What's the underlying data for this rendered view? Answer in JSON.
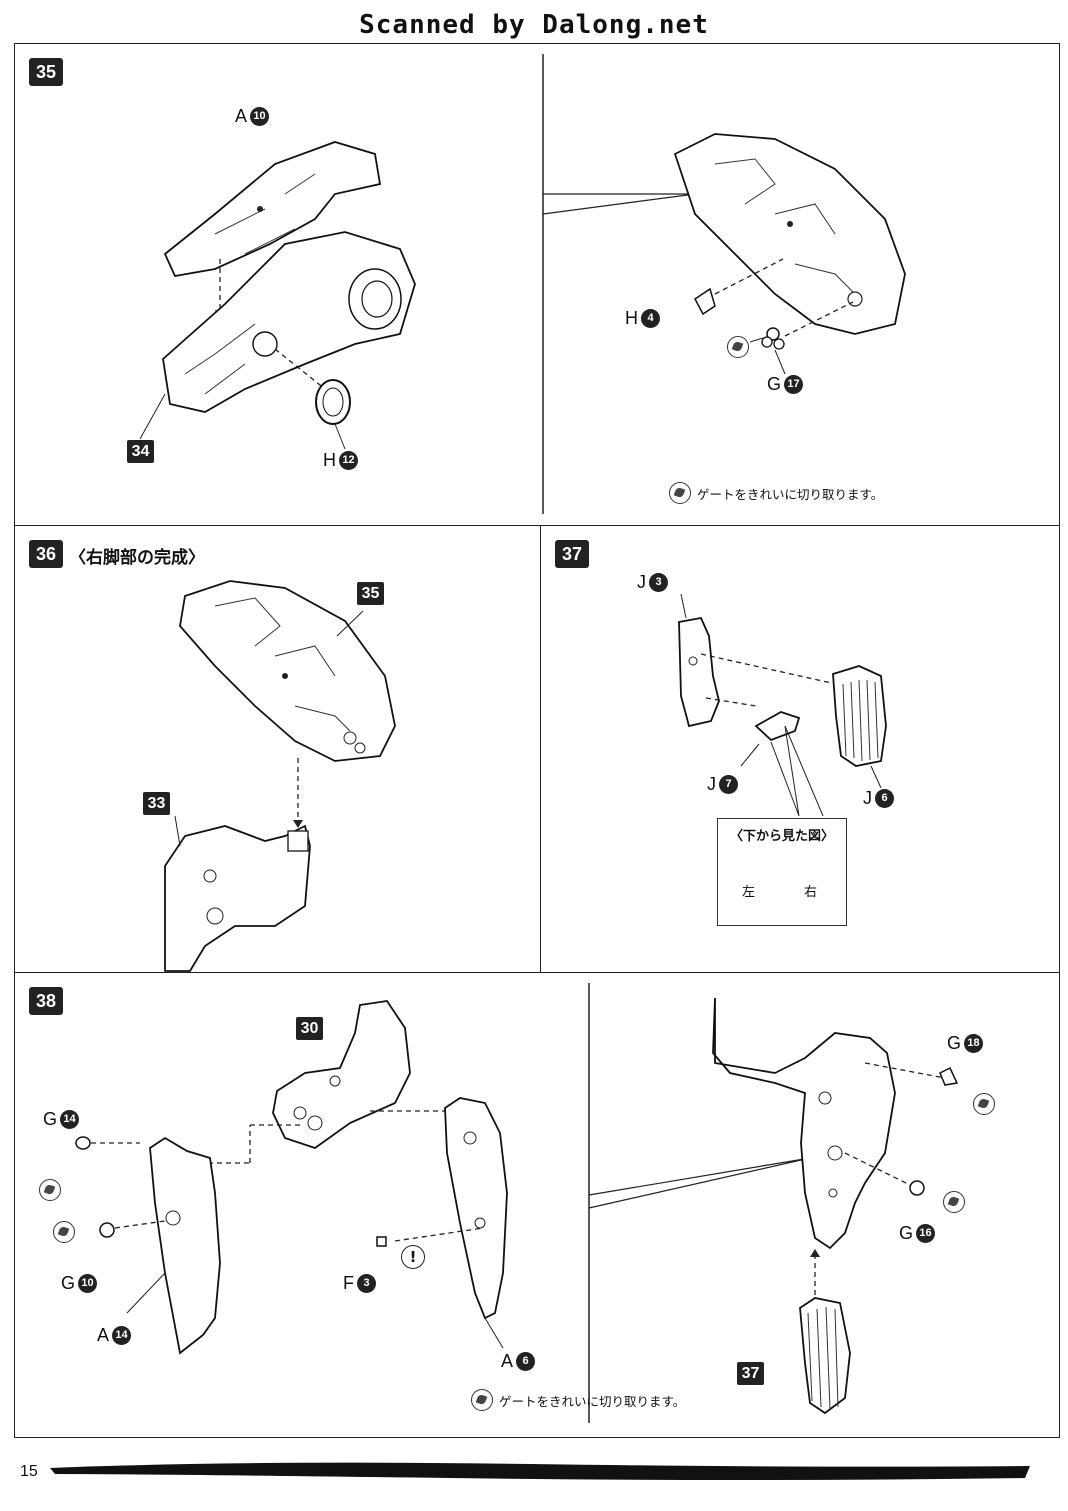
{
  "header": {
    "title": "Scanned by Dalong.net"
  },
  "page_number": "15",
  "note_text": "ゲートをきれいに切り取ります。",
  "steps": {
    "s35": {
      "num": "35",
      "labels": {
        "a10": "A",
        "h12": "H",
        "h4": "H",
        "g17": "G"
      },
      "nums": {
        "a10": "10",
        "h12": "12",
        "h4": "4",
        "g17": "17"
      },
      "ref": "34"
    },
    "s36": {
      "num": "36",
      "title": "〈右脚部の完成〉",
      "ref35": "35",
      "ref33": "33"
    },
    "s37": {
      "num": "37",
      "labels": {
        "j3": "J",
        "j7": "J",
        "j6": "J"
      },
      "nums": {
        "j3": "3",
        "j7": "7",
        "j6": "6"
      },
      "inset_title": "〈下から見た図〉",
      "inset_left": "左",
      "inset_right": "右"
    },
    "s38": {
      "num": "38",
      "labels": {
        "g14": "G",
        "g10": "G",
        "a14": "A",
        "f3": "F",
        "a6": "A",
        "g18": "G",
        "g16": "G"
      },
      "nums": {
        "g14": "14",
        "g10": "10",
        "a14": "14",
        "f3": "3",
        "a6": "6",
        "g18": "18",
        "g16": "16"
      },
      "ref30": "30",
      "ref37": "37",
      "warn": "!"
    }
  }
}
